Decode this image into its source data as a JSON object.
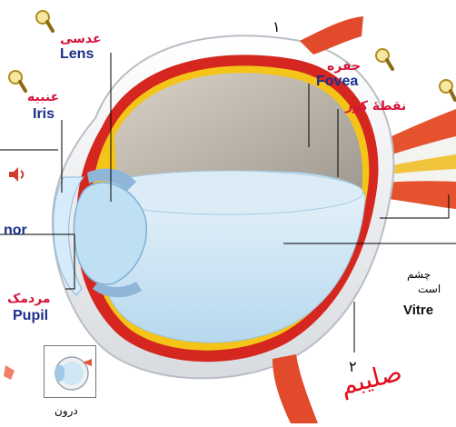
{
  "labels": {
    "lens_fa": "عدسی",
    "lens_en": "Lens",
    "iris_fa": "عنبیه",
    "iris_en": "Iris",
    "fovea_fa": "حفره",
    "fovea_en": "Fovea",
    "blind_spot_fa": "نقطهٔ کور",
    "pupil_fa": "مردمک",
    "pupil_en": "Pupil",
    "humor_partial": "nor",
    "vitreous_partial": "Vitre",
    "vitreous_fa_line1": "چشم",
    "vitreous_fa_line2": "است",
    "inside_fa": "درون"
  },
  "annotations": {
    "number_one": "١",
    "number_two": "٢",
    "handwritten": "صلیبم"
  },
  "colors": {
    "label_fa": "#d6143a",
    "label_en": "#1a2f8c",
    "sclera": "#eef0f2",
    "choroid": "#d5271f",
    "retina": "#f4c419",
    "vitreous": "#cfe6f5",
    "ink": "#e0101e"
  },
  "icons": [
    "magnifier-icon",
    "speaker-icon"
  ]
}
